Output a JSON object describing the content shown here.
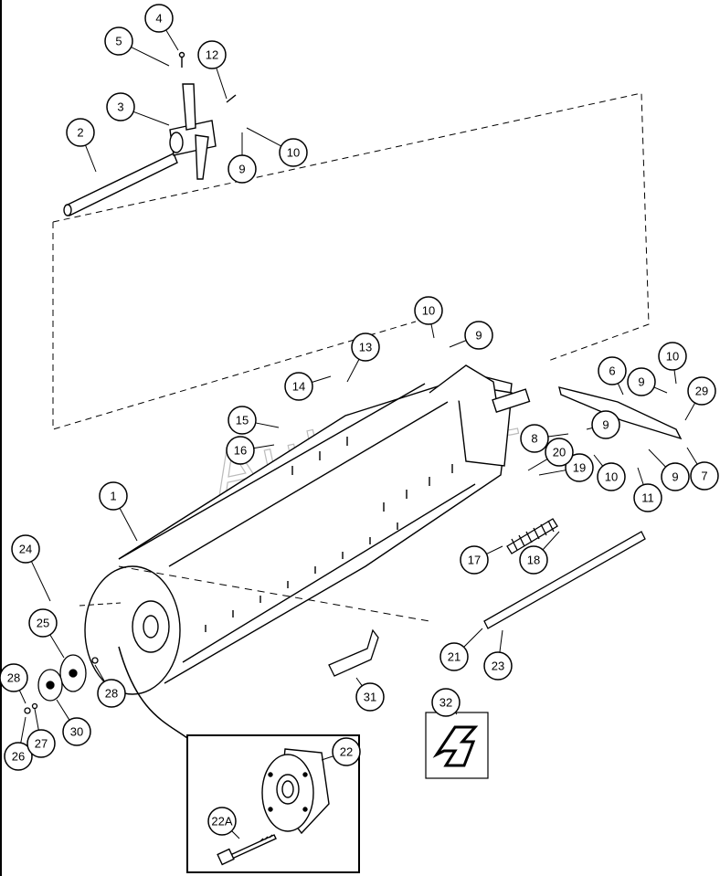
{
  "watermark": "AutoSoft",
  "callouts": [
    {
      "id": "c1",
      "label": "1"
    },
    {
      "id": "c2",
      "label": "2"
    },
    {
      "id": "c3",
      "label": "3"
    },
    {
      "id": "c4",
      "label": "4"
    },
    {
      "id": "c5",
      "label": "5"
    },
    {
      "id": "c6",
      "label": "6"
    },
    {
      "id": "c7",
      "label": "7"
    },
    {
      "id": "c8",
      "label": "8"
    },
    {
      "id": "c9a",
      "label": "9"
    },
    {
      "id": "c9b",
      "label": "9"
    },
    {
      "id": "c9c",
      "label": "9"
    },
    {
      "id": "c9d",
      "label": "9"
    },
    {
      "id": "c9e",
      "label": "9"
    },
    {
      "id": "c10a",
      "label": "10"
    },
    {
      "id": "c10b",
      "label": "10"
    },
    {
      "id": "c10c",
      "label": "10"
    },
    {
      "id": "c10d",
      "label": "10"
    },
    {
      "id": "c11",
      "label": "11"
    },
    {
      "id": "c12",
      "label": "12"
    },
    {
      "id": "c13",
      "label": "13"
    },
    {
      "id": "c14",
      "label": "14"
    },
    {
      "id": "c15",
      "label": "15"
    },
    {
      "id": "c16",
      "label": "16"
    },
    {
      "id": "c17",
      "label": "17"
    },
    {
      "id": "c18",
      "label": "18"
    },
    {
      "id": "c19",
      "label": "19"
    },
    {
      "id": "c20",
      "label": "20"
    },
    {
      "id": "c21",
      "label": "21"
    },
    {
      "id": "c22",
      "label": "22"
    },
    {
      "id": "c22a",
      "label": "22A"
    },
    {
      "id": "c23",
      "label": "23"
    },
    {
      "id": "c24",
      "label": "24"
    },
    {
      "id": "c25",
      "label": "25"
    },
    {
      "id": "c26",
      "label": "26"
    },
    {
      "id": "c27",
      "label": "27"
    },
    {
      "id": "c28a",
      "label": "28"
    },
    {
      "id": "c28b",
      "label": "28"
    },
    {
      "id": "c29",
      "label": "29"
    },
    {
      "id": "c30",
      "label": "30"
    },
    {
      "id": "c31",
      "label": "31"
    },
    {
      "id": "c32",
      "label": "32"
    }
  ]
}
